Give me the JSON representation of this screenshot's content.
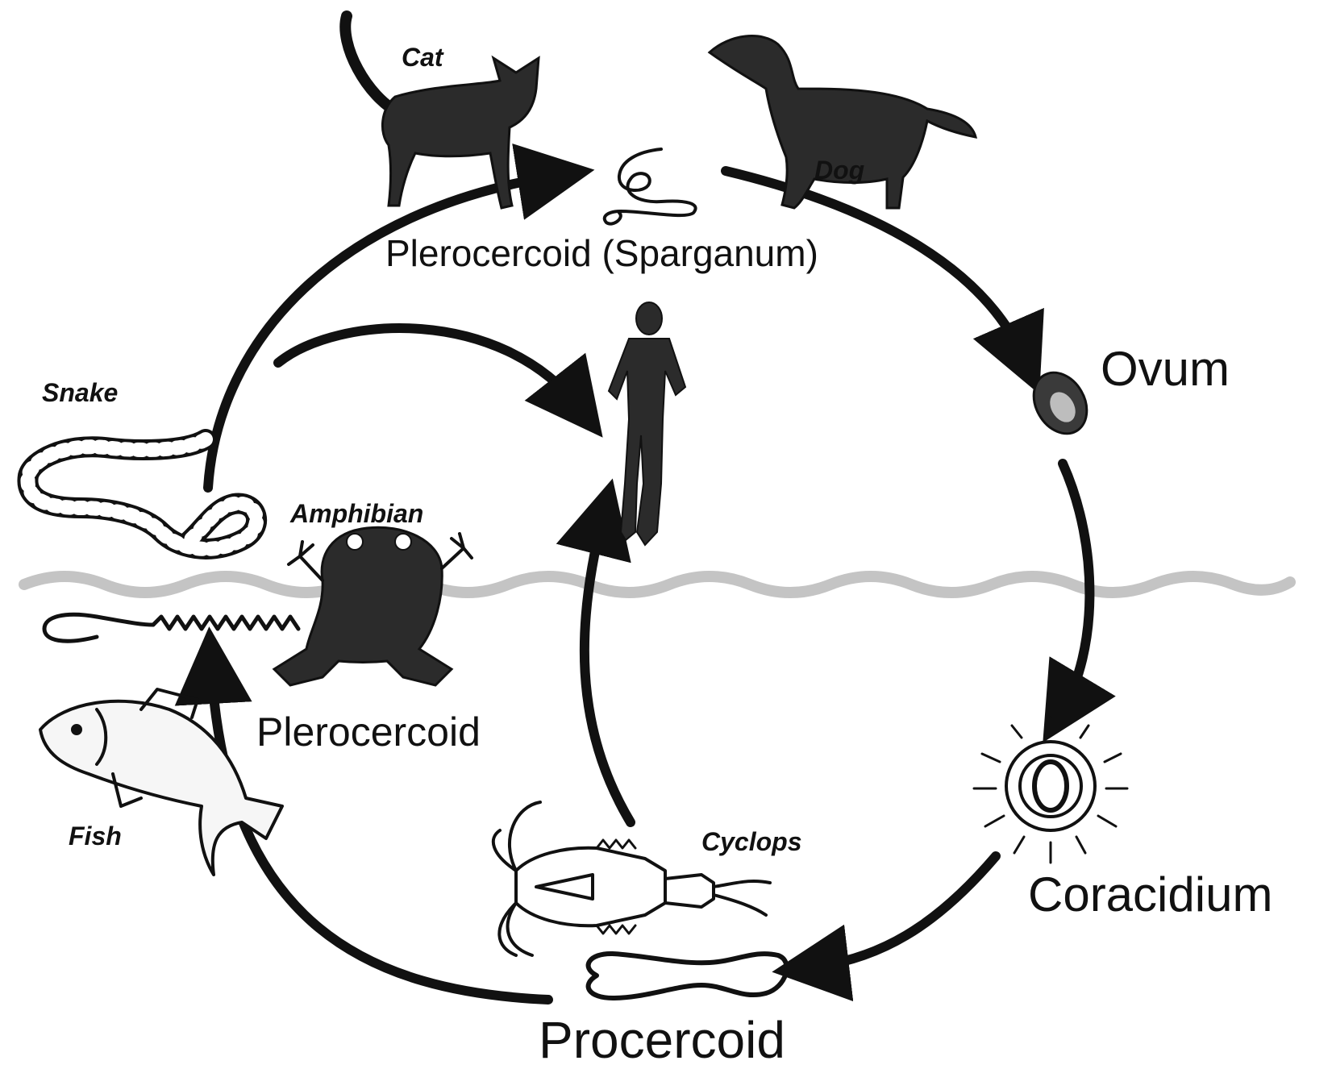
{
  "labels": {
    "sparganum": "Plerocercoid (Sparganum)",
    "ovum": "Ovum",
    "coracidium": "Coracidium",
    "procercoid": "Procercoid",
    "plerocercoid": "Plerocercoid"
  },
  "hosts": {
    "cat": "Cat",
    "dog": "Dog",
    "snake": "Snake",
    "amphibian": "Amphibian",
    "fish": "Fish",
    "cyclops": "Cyclops"
  },
  "colors": {
    "ink": "#111111",
    "water_line": "#c4c4c4",
    "ovum_inner": "#bdbdbd"
  }
}
